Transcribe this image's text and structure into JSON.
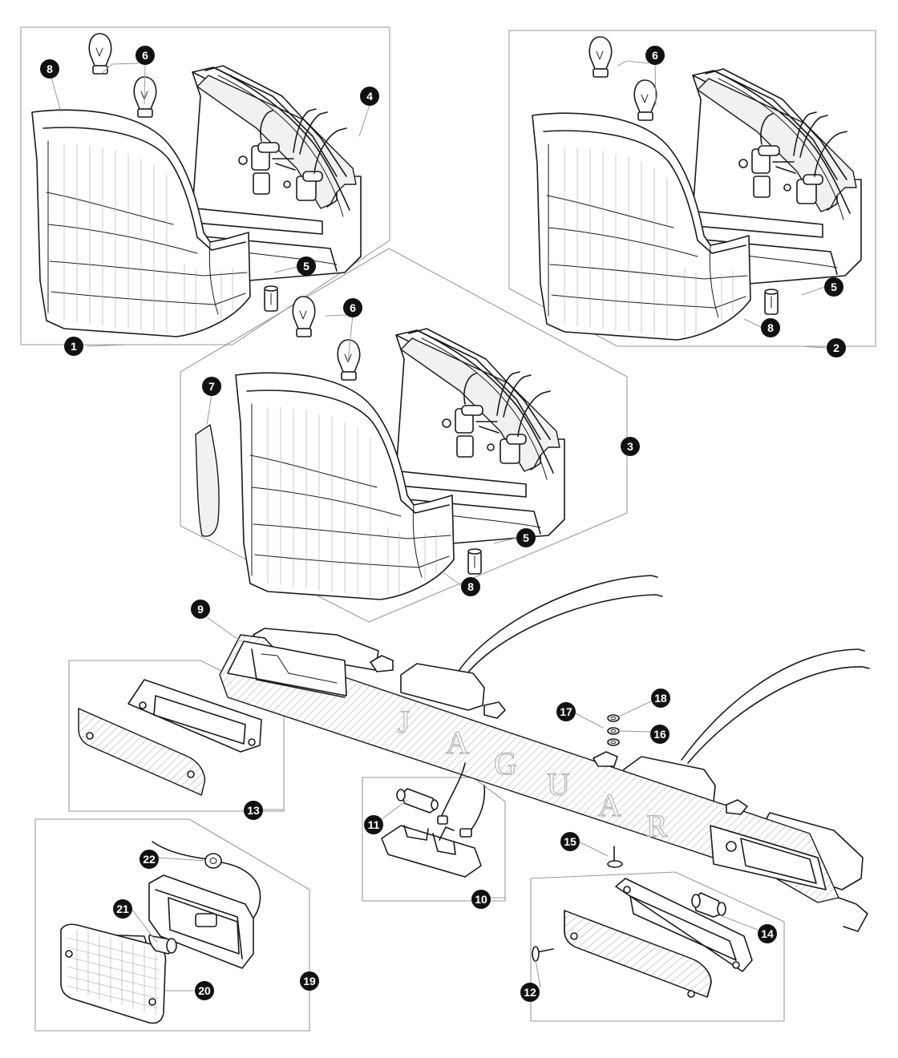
{
  "diagram": {
    "logo_text": [
      "J",
      "A",
      "G",
      "U",
      "A",
      "R"
    ],
    "callouts": [
      {
        "label": "1"
      },
      {
        "label": "2"
      },
      {
        "label": "3"
      },
      {
        "label": "4"
      },
      {
        "label": "5"
      },
      {
        "label": "5"
      },
      {
        "label": "5"
      },
      {
        "label": "6"
      },
      {
        "label": "6"
      },
      {
        "label": "6"
      },
      {
        "label": "7"
      },
      {
        "label": "8"
      },
      {
        "label": "8"
      },
      {
        "label": "8"
      },
      {
        "label": "9"
      },
      {
        "label": "10"
      },
      {
        "label": "11"
      },
      {
        "label": "12"
      },
      {
        "label": "13"
      },
      {
        "label": "14"
      },
      {
        "label": "15"
      },
      {
        "label": "16"
      },
      {
        "label": "17"
      },
      {
        "label": "18"
      },
      {
        "label": "19"
      },
      {
        "label": "20"
      },
      {
        "label": "21"
      },
      {
        "label": "22"
      }
    ],
    "colors": {
      "line": "#1a1a1a",
      "frame": "#9a9a9a",
      "callout_fill": "#111111",
      "callout_text": "#ffffff"
    }
  }
}
